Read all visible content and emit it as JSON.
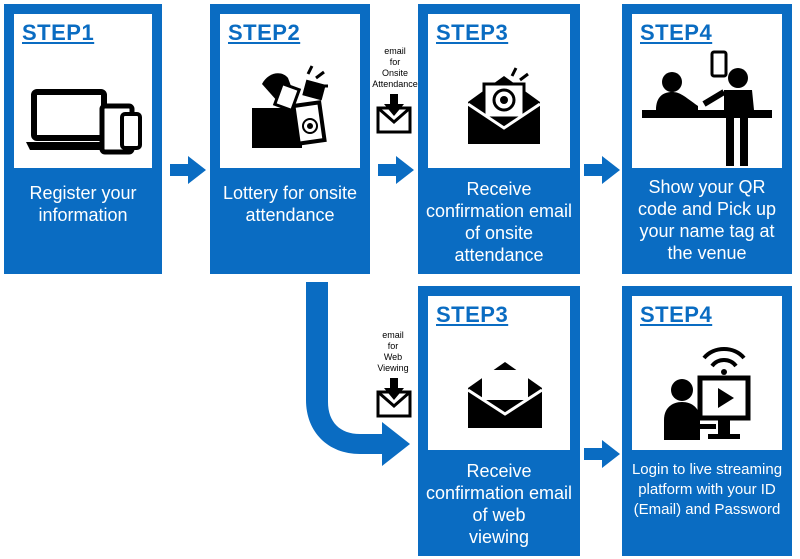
{
  "colors": {
    "card": "#0a6cc2",
    "icon": "#000000"
  },
  "steps": {
    "s1": {
      "label": "STEP1",
      "lines": [
        "Register your",
        "information"
      ]
    },
    "s2": {
      "label": "STEP2",
      "lines": [
        "Lottery for onsite",
        "attendance"
      ]
    },
    "s3a": {
      "label": "STEP3",
      "lines": [
        "Receive",
        "confirmation email",
        "of onsite",
        "attendance"
      ]
    },
    "s4a": {
      "label": "STEP4",
      "lines": [
        "Show your QR",
        "code and Pick up",
        "your name tag at",
        "the venue"
      ]
    },
    "s3b": {
      "label": "STEP3",
      "lines": [
        "Receive",
        "confirmation email",
        "of web",
        "viewing"
      ]
    },
    "s4b": {
      "label": "STEP4",
      "lines": [
        "Login to live streaming",
        "platform with your ID",
        "(Email) and Password"
      ]
    }
  },
  "notes": {
    "onsite": [
      "email",
      "for",
      "Onsite",
      "Attendance"
    ],
    "web": [
      "email",
      "for",
      "Web",
      "Viewing"
    ]
  },
  "icons": {
    "s1": "devices-icon",
    "s2": "ballot-box-icon",
    "s3a": "envelope-open-target-icon",
    "s4a": "reception-desk-icon",
    "s3b": "envelope-open-icon",
    "s4b": "live-streaming-icon",
    "download": "mail-download-icon"
  }
}
